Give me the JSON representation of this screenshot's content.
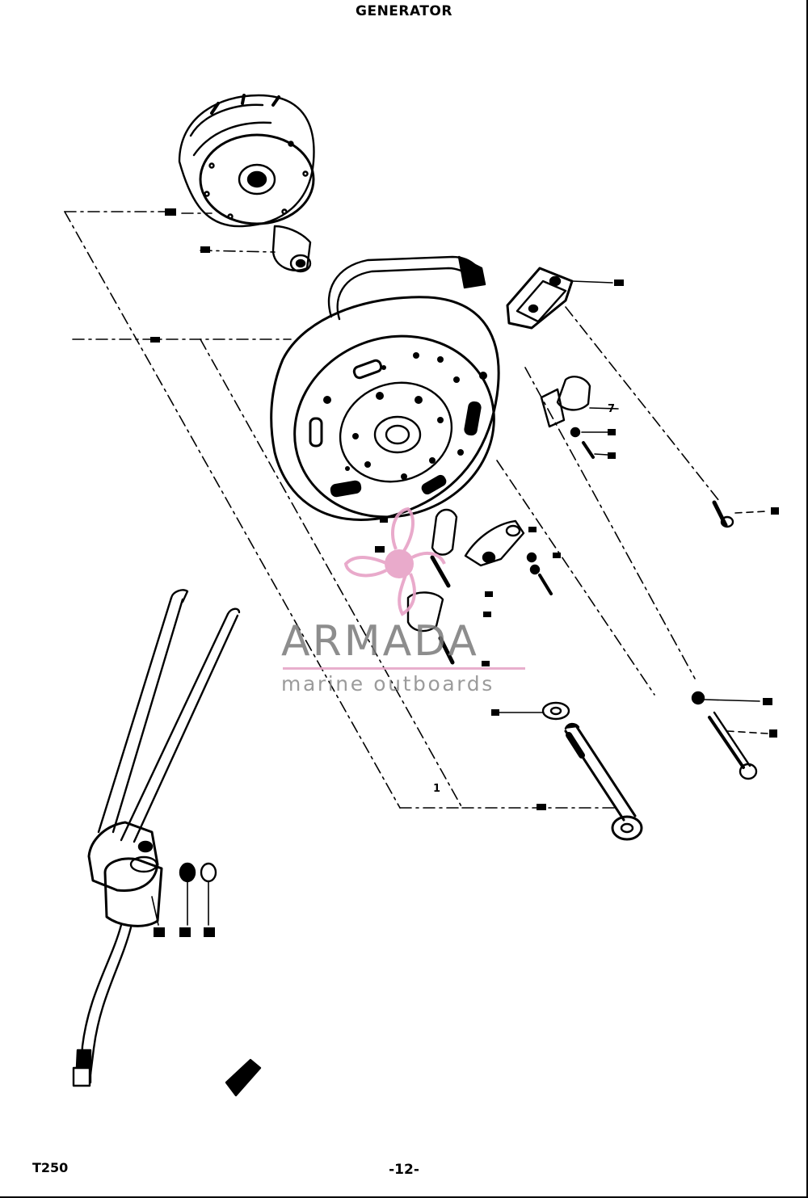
{
  "title": "GENERATOR",
  "model": "T250",
  "page_number": "-12-",
  "watermark": {
    "brand": "ARMADA",
    "tagline": "marine outboards",
    "logo_icon": "propeller-icon",
    "logo_color": "#e7a1c6",
    "text_color": "#7a7a7a"
  },
  "callouts": [
    "1",
    "7"
  ]
}
